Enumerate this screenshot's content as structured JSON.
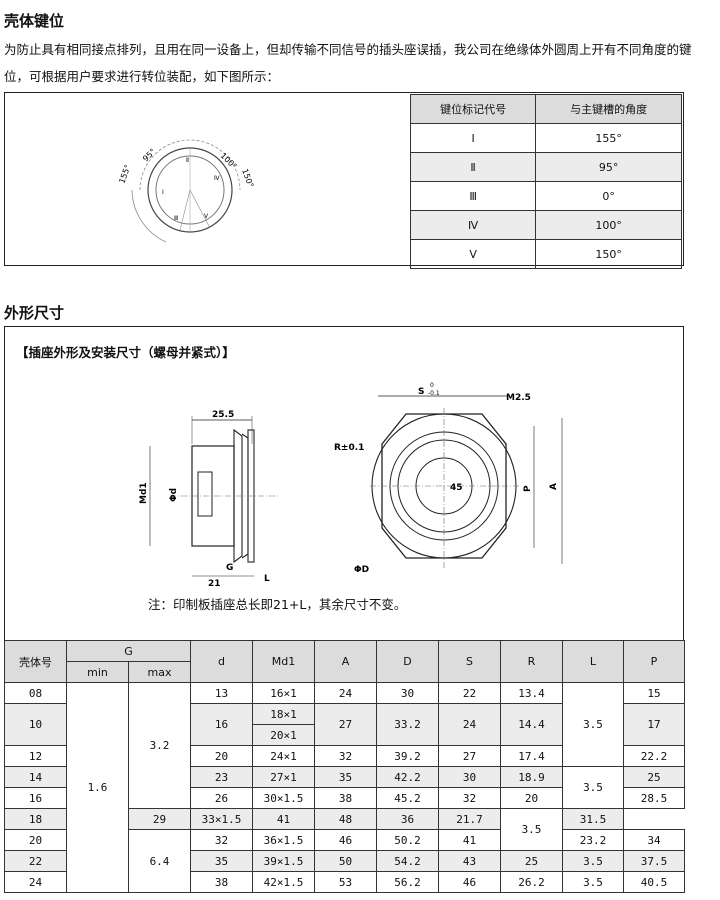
{
  "key_section": {
    "title": "壳体键位",
    "paragraph": "为防止具有相同接点排列，且用在同一设备上，但却传输不同信号的插头座误插，我公司在绝缘体外圆周上开有不同角度的键位，可根据用户要求进行转位装配，如下图所示：",
    "diagram_labels": {
      "a155": "155°",
      "a95": "95°",
      "a100": "100°",
      "a150": "150°",
      "k1": "Ⅰ",
      "k2": "Ⅱ",
      "k3": "Ⅲ",
      "k4": "Ⅳ",
      "k5": "Ⅴ"
    },
    "table": {
      "headers": [
        "键位标记代号",
        "与主键槽的角度"
      ],
      "rows": [
        [
          "Ⅰ",
          "155°"
        ],
        [
          "Ⅱ",
          "95°"
        ],
        [
          "Ⅲ",
          "0°"
        ],
        [
          "Ⅳ",
          "100°"
        ],
        [
          "Ⅴ",
          "150°"
        ]
      ]
    }
  },
  "dim_section": {
    "title": "外形尺寸",
    "caption": "【插座外形及安装尺寸（螺母并紧式）】",
    "side_labels": {
      "w": "25.5",
      "md1": "Md1",
      "phid": "Φd",
      "g": "G",
      "l": "L",
      "v21": "21"
    },
    "front_labels": {
      "s": "S",
      "s_top": "0",
      "s_bot": "-0.1",
      "m": "M2.5",
      "r": "R±0.1",
      "ang": "45",
      "p": "P",
      "a": "A",
      "phiD": "ΦD"
    },
    "note": "注：印制板插座总长即21+L，其余尺寸不变。",
    "table": {
      "h_shell": "壳体号",
      "h_g": "G",
      "h_min": "min",
      "h_max": "max",
      "h_d": "d",
      "h_md1": "Md1",
      "h_A": "A",
      "h_D": "D",
      "h_S": "S",
      "h_R": "R",
      "h_L": "L",
      "h_P": "P",
      "g_min": "1.6",
      "g_max_a": "3.2",
      "g_max_b": "6.4",
      "l_a": "3.5",
      "l_b": "3.5",
      "l_c": "3.5",
      "l_d": "3.5",
      "l_e": "3.5",
      "rows": [
        {
          "shell": "08",
          "d": "13",
          "md1": "16×1",
          "A": "24",
          "D": "30",
          "S": "22",
          "R": "13.4",
          "P": "15"
        },
        {
          "shell": "10",
          "d": "16",
          "md1": "18×1",
          "md1b": "20×1",
          "A": "27",
          "D": "33.2",
          "S": "24",
          "R": "14.4",
          "P": "17"
        },
        {
          "shell": "12",
          "d": "20",
          "md1": "24×1",
          "A": "32",
          "D": "39.2",
          "S": "27",
          "R": "17.4",
          "P": "22.2"
        },
        {
          "shell": "14",
          "d": "23",
          "md1": "27×1",
          "A": "35",
          "D": "42.2",
          "S": "30",
          "R": "18.9",
          "P": "25"
        },
        {
          "shell": "16",
          "d": "26",
          "md1": "30×1.5",
          "A": "38",
          "D": "45.2",
          "S": "32",
          "R": "20",
          "P": "28.5"
        },
        {
          "shell": "18",
          "d": "29",
          "md1": "33×1.5",
          "A": "41",
          "D": "48",
          "S": "36",
          "R": "21.7",
          "P": "31.5"
        },
        {
          "shell": "20",
          "d": "32",
          "md1": "36×1.5",
          "A": "46",
          "D": "50.2",
          "S": "41",
          "R": "23.2",
          "P": "34"
        },
        {
          "shell": "22",
          "d": "35",
          "md1": "39×1.5",
          "A": "50",
          "D": "54.2",
          "S": "43",
          "R": "25",
          "P": "37.5"
        },
        {
          "shell": "24",
          "d": "38",
          "md1": "42×1.5",
          "A": "53",
          "D": "56.2",
          "S": "46",
          "R": "26.2",
          "P": "40.5"
        }
      ]
    }
  }
}
